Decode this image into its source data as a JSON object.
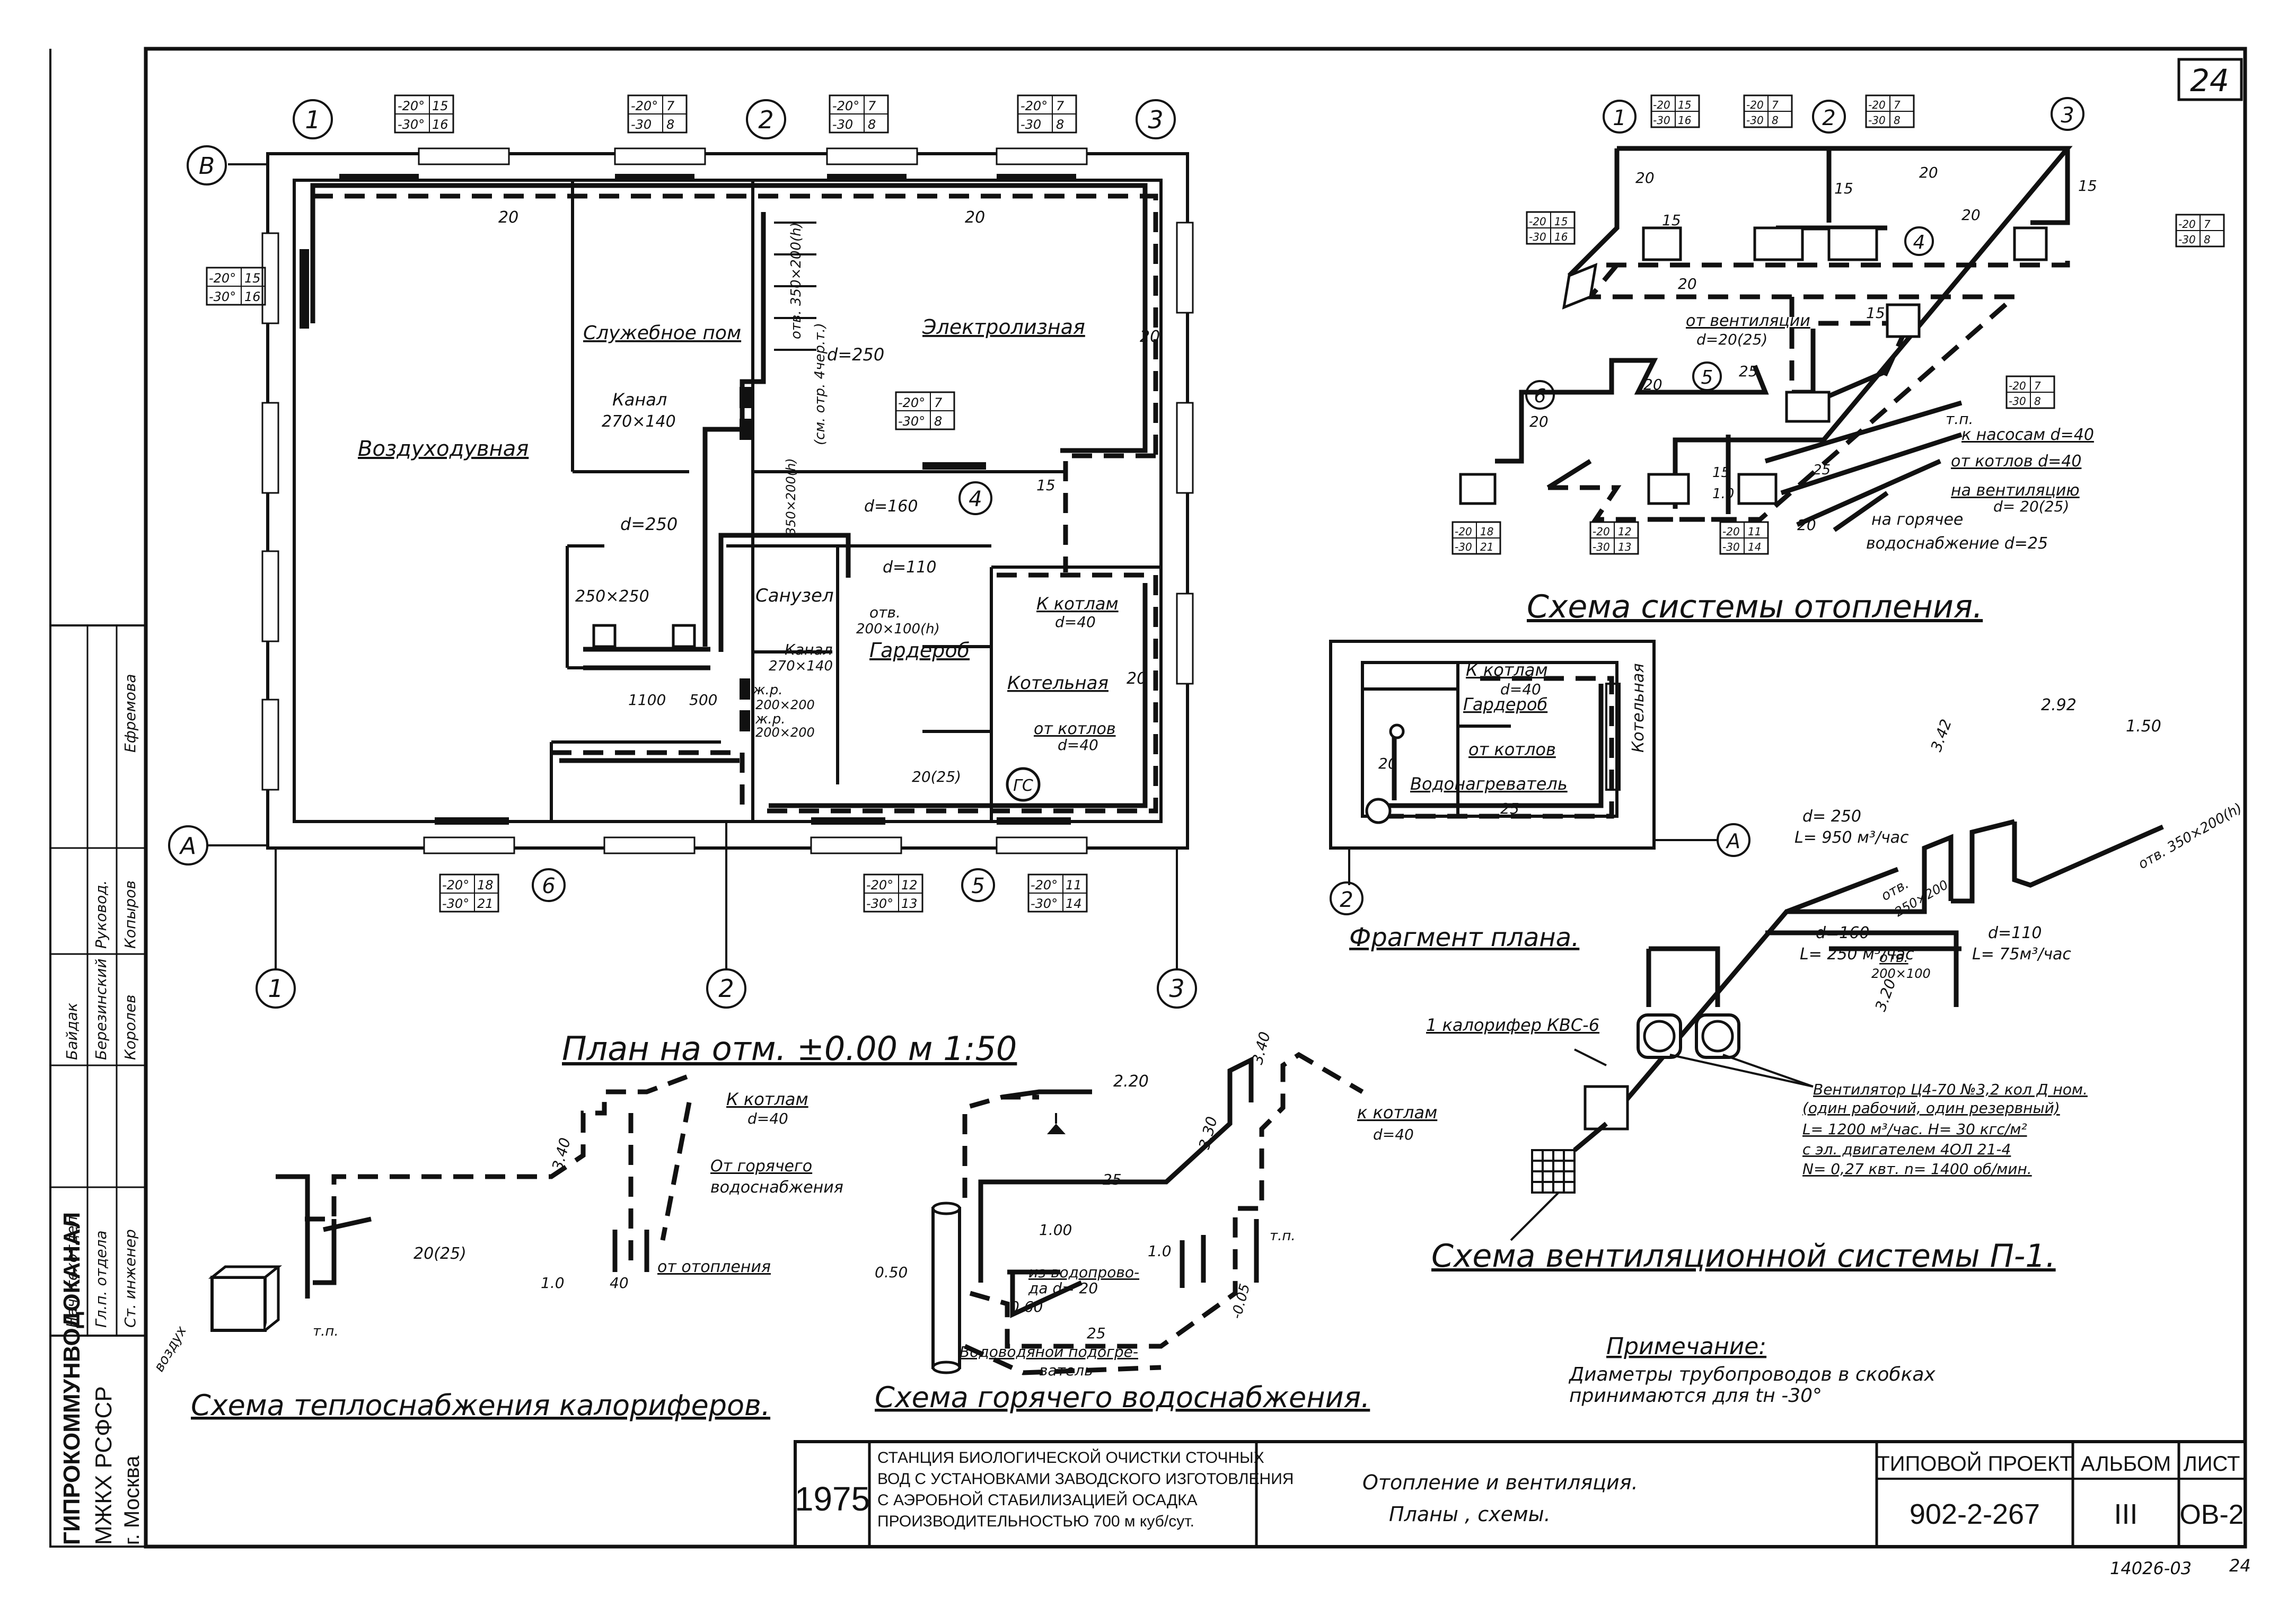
{
  "sheet": {
    "number_top": "24",
    "number_bottom": "24",
    "inventory": "14026-03",
    "sheet_code": "ОВ-2"
  },
  "left_strip": {
    "org": "ГИПРОКОММУНВОДОКАНАЛ",
    "ministry": "МЖКХ РСФСР",
    "city": "г. Москва",
    "roles": [
      "Нач. техотдел",
      "Гл.п. отдела",
      "Ст. инженер",
      "Руковод."
    ],
    "names": [
      "Байдак",
      "Березинский",
      "Королев",
      "Копыров",
      "Ефремова"
    ]
  },
  "plan": {
    "title": "План на отм. ±0.00 м 1:50",
    "axes": [
      "1",
      "2",
      "3",
      "В",
      "А"
    ],
    "rooms": {
      "vozdukhoduvnaya": "Воздуходувная",
      "sluzhebnoe": "Служебное пом",
      "elektroliznaya": "Электролизная",
      "sanuzel": "Санузел",
      "garderob": "Гардероб",
      "kotelnaya": "Котельная"
    },
    "temps": [
      {
        "top": "-20°",
        "bot": "-30°",
        "a": "15",
        "b": "16"
      },
      {
        "top": "-20°",
        "bot": "-30",
        "a": "7",
        "b": "8"
      },
      {
        "top": "-20°",
        "bot": "-30",
        "a": "7",
        "b": "8"
      },
      {
        "top": "-20°",
        "bot": "-30",
        "a": "7",
        "b": "8"
      },
      {
        "top": "-20°",
        "bot": "-30°",
        "a": "15",
        "b": "16"
      },
      {
        "top": "-20°",
        "bot": "-30°",
        "a": "7",
        "b": "8"
      },
      {
        "top": "-20°",
        "bot": "-30°",
        "a": "18",
        "b": "21"
      },
      {
        "top": "-20°",
        "bot": "-30°",
        "a": "12",
        "b": "13"
      },
      {
        "top": "-20°",
        "bot": "-30°",
        "a": "11",
        "b": "14"
      }
    ],
    "labels": {
      "kanal1": "Канал",
      "kanal1_size": "270×140",
      "d250a": "d=250",
      "d250b": "d=250",
      "d160": "d=160",
      "d110": "d=110",
      "otv": "отв.",
      "otv_size": "200×100(h)",
      "kanal2": "Канал",
      "kanal2_size": "270×140",
      "zhr1": "ж.р.",
      "zhr1_size": "200×200",
      "zhr2": "ж.р.",
      "zhr2_size": "200×200",
      "d250x250": "250×250",
      "dim1100": "1100",
      "dim500": "500",
      "k_kotlam": "К котлам",
      "k_kotlam_d": "d=40",
      "ot_kotlov": "от котлов",
      "ot_kotlov_d": "d=40",
      "otv350": "отв. 350×200(h)",
      "otv350b": "350×200(h)",
      "sm_otv": "(см. отр. 4чер.т.)",
      "gs": "ГС",
      "p20a": "20",
      "p20b": "20",
      "p20c": "20",
      "p20d": "20",
      "p15": "15",
      "p2025": "20(25)",
      "n4": "4",
      "n5": "5",
      "n6": "6"
    }
  },
  "heating": {
    "title": "Схема системы отопления.",
    "labels": {
      "ot_vent": "от вентиляции",
      "ot_vent_d": "d=20(25)",
      "tp": "т.п.",
      "k_nasosam": "к насосам d=40",
      "ot_kotlov": "от котлов d=40",
      "na_vent": "на вентиляцию",
      "na_vent_d": "d= 20(25)",
      "na_gor": "на горячее",
      "vodosnab": "водоснабжение d=25",
      "n1": "1",
      "n2": "2",
      "n3": "3",
      "n4": "4",
      "n5": "5",
      "n6": "6",
      "p20": "20",
      "p15": "15",
      "p25": "25",
      "p10": "1.0"
    },
    "temps": [
      {
        "top": "-20",
        "bot": "-30",
        "a": "15",
        "b": "16"
      },
      {
        "top": "-20",
        "bot": "-30",
        "a": "7",
        "b": "8"
      },
      {
        "top": "-20",
        "bot": "-30",
        "a": "7",
        "b": "8"
      },
      {
        "top": "-20",
        "bot": "-30",
        "a": "15",
        "b": "16"
      },
      {
        "top": "-20",
        "bot": "-30",
        "a": "7",
        "b": "8"
      },
      {
        "top": "-20",
        "bot": "-30",
        "a": "7",
        "b": "8"
      },
      {
        "top": "-20",
        "bot": "-30",
        "a": "18",
        "b": "21"
      },
      {
        "top": "-20",
        "bot": "-30",
        "a": "12",
        "b": "13"
      },
      {
        "top": "-20",
        "bot": "-30",
        "a": "11",
        "b": "14"
      }
    ]
  },
  "fragment": {
    "title": "Фрагмент плана.",
    "labels": {
      "k_kotlam": "К котлам",
      "d40": "d=40",
      "garderob": "Гардероб",
      "ot_kotlov": "от котлов",
      "vodonagr": "Водонагреватель",
      "kotelnaya": "Котельная",
      "p20": "20",
      "p25": "25",
      "axis2": "2",
      "axisA": "А"
    }
  },
  "ventilation": {
    "title": "Схема вентиляционной системы П-1.",
    "labels": {
      "elev342": "3.42",
      "elev292": "2.92",
      "elev150": "1.50",
      "elev320": "3.20",
      "d250": "d= 250",
      "l950": "L= 950 м³/час",
      "d160": "d=160",
      "l250": "L= 250 м³/час",
      "d110": "d=110",
      "l75": "L= 75м³/час",
      "otv_a": "отв.",
      "otv_a_size": "250×200",
      "otv_b": "отв.",
      "otv_b_size": "200×100",
      "otv350": "отв. 350×200(h)",
      "kalorifer": "1 калорифер КВС-6",
      "fan1": "Вентилятор Ц4-70 №3,2 кол Д ном.",
      "fan2": "(один рабочий, один резервный)",
      "fan3": "L= 1200 м³/час.   Н= 30 кгс/м²",
      "fan4": "с эл. двигателем  4ОЛ 21-4",
      "fan5": "N= 0,27 квт.    n= 1400 об/мин."
    }
  },
  "heat_supply": {
    "title": "Схема теплоснабжения калориферов.",
    "labels": {
      "k_kotlam": "К котлам",
      "d40": "d=40",
      "ot_gor": "От горячего",
      "vodosnab": "водоснабжения",
      "ot_otopl": "от отопления",
      "p2025": "20(25)",
      "elev340": "3.40",
      "p10": "1.0",
      "p40": "40",
      "tp": "т.п.",
      "vozduh": "воздух"
    }
  },
  "hot_water": {
    "title": "Схема горячего водоснабжения.",
    "labels": {
      "elev220": "2.20",
      "elev340": "3.40",
      "elev330": "3.30",
      "k_kotlam": "к котлам",
      "d40": "d=40",
      "p25a": "25",
      "p25b": "25",
      "p100": "1.00",
      "iz_vodopr": "из водопрово-",
      "iz_vodopr2": "да   d= 20",
      "p050": "0.50",
      "p060": "0.60",
      "p10": "1.0",
      "p005": "-0.05",
      "tp": "т.п.",
      "vodovod": "Водоводяной подогре-",
      "vodovod2": "ватель"
    }
  },
  "note": {
    "title": "Примечание:",
    "line1": "Диаметры   трубопроводов   в   скобках",
    "line2": "принимаются   для  tн -30°"
  },
  "title_block": {
    "year": "1975",
    "project_desc": [
      "СТАНЦИЯ БИОЛОГИЧЕСКОЙ ОЧИСТКИ СТОЧНЫХ",
      "ВОД С УСТАНОВКАМИ ЗАВОДСКОГО ИЗГОТОВЛЕНИЯ",
      "С АЭРОБНОЙ СТАБИЛИЗАЦИЕЙ ОСАДКА",
      "ПРОИЗВОДИТЕЛЬНОСТЬЮ 700 м куб/сут."
    ],
    "sheet_title1": "Отопление   и   вентиляция.",
    "sheet_title2": "Планы ,  схемы.",
    "typ_label": "ТИПОВОЙ ПРОЕКТ",
    "typ_value": "902-2-267",
    "album_label": "АЛЬБОМ",
    "album_value": "III",
    "list_label": "ЛИСТ",
    "list_value": "ОВ-2"
  }
}
